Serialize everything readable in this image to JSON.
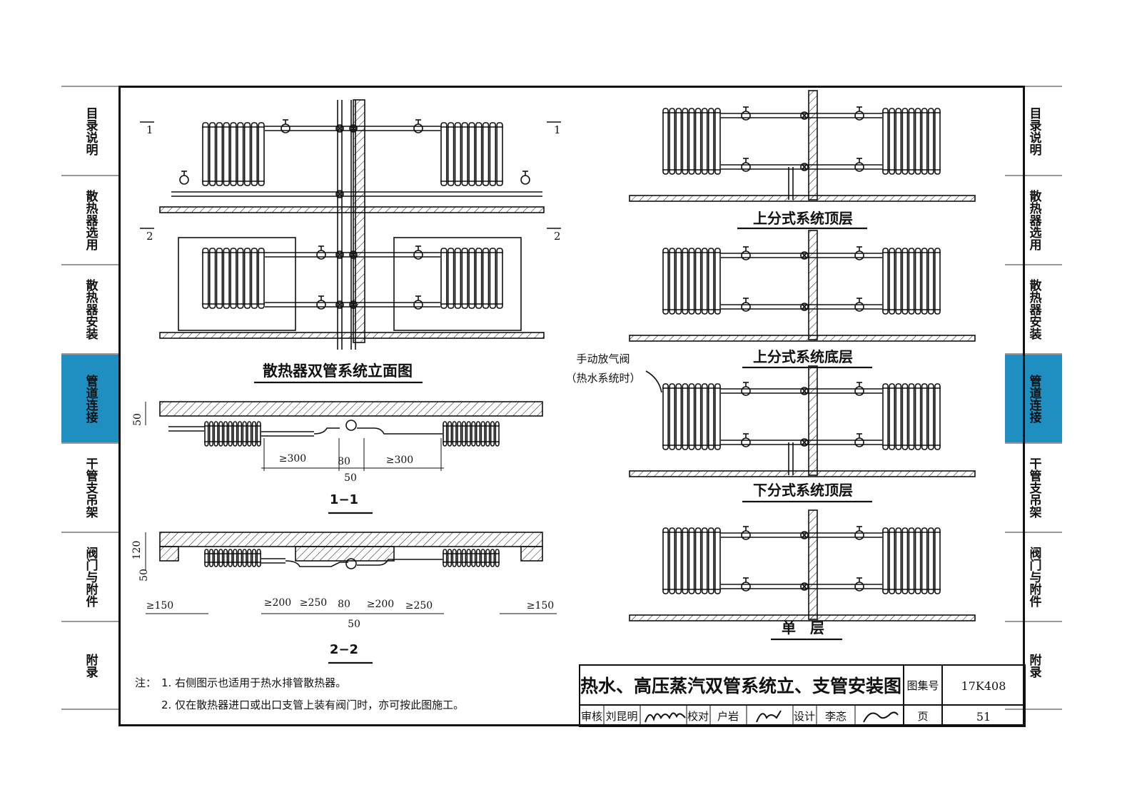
{
  "left_tabs": [
    {
      "label": "目录说明",
      "active": false
    },
    {
      "label": "散热器选用",
      "active": false
    },
    {
      "label": "散热器安装",
      "active": false
    },
    {
      "label": "管道连接",
      "active": true
    },
    {
      "label": "干管支吊架",
      "active": false
    },
    {
      "label": "阀门与附件",
      "active": false
    },
    {
      "label": "附录",
      "active": false
    }
  ],
  "right_tabs": [
    {
      "label": "目录说明",
      "active": false
    },
    {
      "label": "散热器选用",
      "active": false
    },
    {
      "label": "散热器安装",
      "active": false
    },
    {
      "label": "管道连接",
      "active": true
    },
    {
      "label": "干管支吊架",
      "active": false
    },
    {
      "label": "阀门与附件",
      "active": false
    },
    {
      "label": "附录",
      "active": false
    }
  ],
  "accent_color": "#1f8ec1",
  "elevation": {
    "title": "散热器双管系统立面图",
    "section_mark_1": "1",
    "section_mark_2": "2"
  },
  "section_1": {
    "title": "1−1",
    "dim_height": "50",
    "dim_left": "≥300",
    "dim_mid": "80",
    "dim_right": "≥300",
    "dim_bottom": "50"
  },
  "section_2": {
    "title": "2−2",
    "dim_h1": "120",
    "dim_h2": "50",
    "dim_a": "≥150",
    "dim_b": "≥200",
    "dim_c": "≥250",
    "dim_mid": "80",
    "dim_d": "≥200",
    "dim_e": "≥250",
    "dim_f": "≥150",
    "dim_bottom": "50"
  },
  "right_panels": {
    "p1_title": "上分式系统顶层",
    "p2_title": "上分式系统底层",
    "p3_title": "下分式系统顶层",
    "p4_title": "单　层",
    "callout_line1": "手动放气阀",
    "callout_line2": "（热水系统时）"
  },
  "notes": {
    "prefix": "注：",
    "note1": "1. 右侧图示也适用于热水排管散热器。",
    "note2": "2. 仅在散热器进口或出口支管上装有阀门时，亦可按此图施工。"
  },
  "title_block": {
    "title": "热水、高压蒸汽双管系统立、支管安装图",
    "atlas_label": "图集号",
    "atlas_no": "17K408",
    "review_label": "审核",
    "reviewer": "刘昆明",
    "check_label": "校对",
    "checker": "户岩",
    "design_label": "设计",
    "designer": "李忞",
    "page_label": "页",
    "page_no": "51"
  }
}
